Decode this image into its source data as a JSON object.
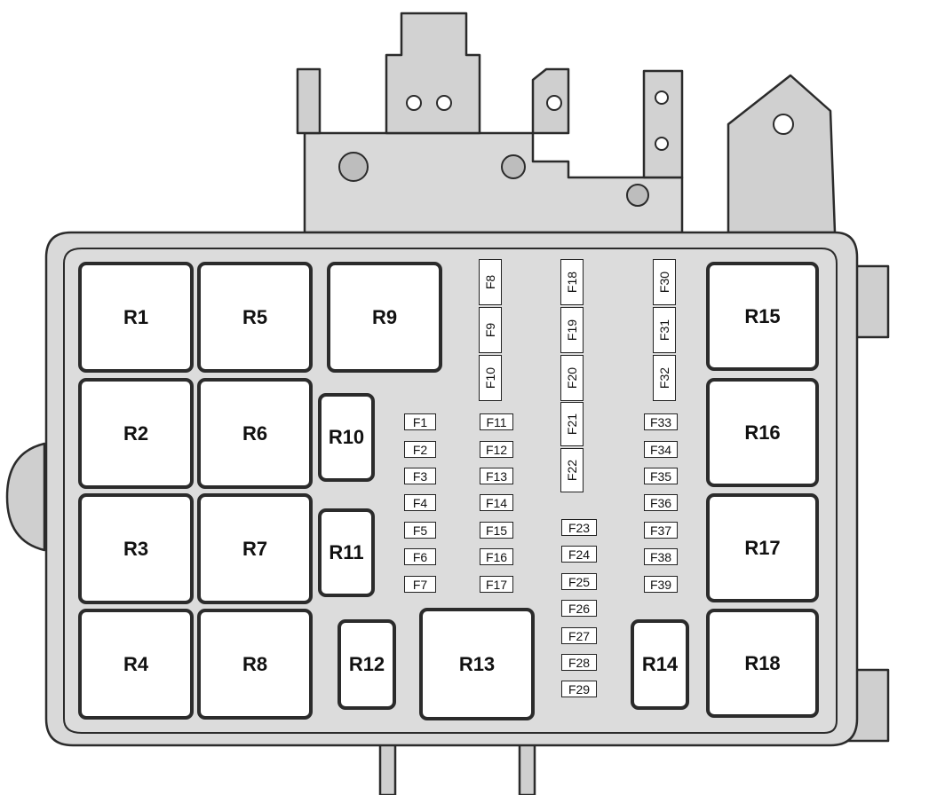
{
  "relays": {
    "r1": "R1",
    "r2": "R2",
    "r3": "R3",
    "r4": "R4",
    "r5": "R5",
    "r6": "R6",
    "r7": "R7",
    "r8": "R8",
    "r9": "R9",
    "r10": "R10",
    "r11": "R11",
    "r12": "R12",
    "r13": "R13",
    "r14": "R14",
    "r15": "R15",
    "r16": "R16",
    "r17": "R17",
    "r18": "R18"
  },
  "fuses": {
    "f1": "F1",
    "f2": "F2",
    "f3": "F3",
    "f4": "F4",
    "f5": "F5",
    "f6": "F6",
    "f7": "F7",
    "f8": "F8",
    "f9": "F9",
    "f10": "F10",
    "f11": "F11",
    "f12": "F12",
    "f13": "F13",
    "f14": "F14",
    "f15": "F15",
    "f16": "F16",
    "f17": "F17",
    "f18": "F18",
    "f19": "F19",
    "f20": "F20",
    "f21": "F21",
    "f22": "F22",
    "f23": "F23",
    "f24": "F24",
    "f25": "F25",
    "f26": "F26",
    "f27": "F27",
    "f28": "F28",
    "f29": "F29",
    "f30": "F30",
    "f31": "F31",
    "f32": "F32",
    "f33": "F33",
    "f34": "F34",
    "f35": "F35",
    "f36": "F36",
    "f37": "F37",
    "f38": "F38",
    "f39": "F39"
  },
  "colors": {
    "housing": "#d9d9d9",
    "housing_dark": "#c4c4c4",
    "outline": "#2b2b2b",
    "slot_fill": "#ffffff"
  }
}
